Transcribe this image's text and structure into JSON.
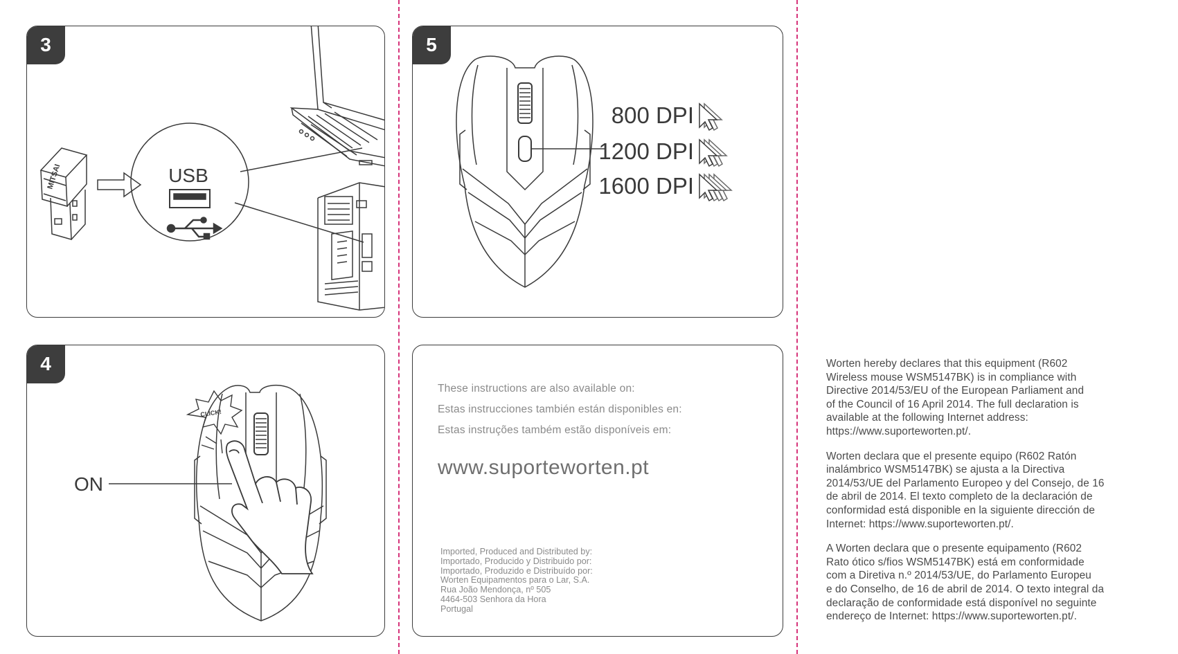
{
  "colors": {
    "cut_line": "#d6337a",
    "badge": "#3d3d3d",
    "outline": "#3a3a3a"
  },
  "step3": {
    "number": "3",
    "usb_label": "USB",
    "dongle_brand": "MITSAI",
    "icons": [
      "usb-dongle-icon",
      "arrow-right-icon",
      "usb-port-icon",
      "usb-symbol-icon",
      "laptop-icon",
      "desktop-tower-icon"
    ]
  },
  "step4": {
    "number": "4",
    "on_label": "ON",
    "click_label": "CLICK!",
    "icons": [
      "mouse-icon",
      "finger-press-icon",
      "click-burst-icon"
    ]
  },
  "step5": {
    "number": "5",
    "dpi_levels": [
      {
        "label": "800 DPI",
        "cursors": 2
      },
      {
        "label": "1200 DPI",
        "cursors": 3
      },
      {
        "label": "1600 DPI",
        "cursors": 4
      }
    ],
    "icons": [
      "mouse-icon",
      "dpi-button-icon",
      "cursor-trail-icon"
    ]
  },
  "info": {
    "available_lines": [
      "These instructions are also available on:",
      "Estas instrucciones también están disponibles en:",
      "Estas instruções também estão disponíveis em:"
    ],
    "url": "www.suporteworten.pt",
    "importer_lines": [
      "Imported, Produced and Distributed by:",
      "Importado, Producido y Distribuido por:",
      "Importado, Produzido e Distribuído por:",
      "Worten Equipamentos para o Lar, S.A.",
      "Rua João Mendonça, nº 505",
      "4464-503 Senhora da Hora",
      "Portugal"
    ]
  },
  "declarations": [
    {
      "lang": "en",
      "lines": [
        "Worten hereby declares that this equipment (R602",
        "Wireless mouse WSM5147BK) is in compliance with",
        "Directive 2014/53/EU of the European Parliament and",
        "of the Council of 16 April 2014. The full declaration is",
        "available at the following Internet address:",
        "https://www.suporteworten.pt/."
      ]
    },
    {
      "lang": "es",
      "lines": [
        "Worten declara que el presente equipo (R602 Ratón",
        "inalámbrico WSM5147BK) se ajusta a la Directiva",
        "2014/53/UE del Parlamento Europeo y del Consejo, de 16",
        "de abril de 2014. El texto completo de la declaración de",
        "conformidad está disponible en la siguiente dirección de",
        "Internet: https://www.suporteworten.pt/."
      ]
    },
    {
      "lang": "pt",
      "lines": [
        "A Worten declara que o presente equipamento (R602",
        "Rato ótico s/fios WSM5147BK) está em conformidade",
        "com a Diretiva n.º 2014/53/UE, do Parlamento Europeu",
        "e do Conselho, de 16 de abril de 2014. O texto integral da",
        "declaração de conformidade está disponível no seguinte",
        "endereço de Internet: https://www.suporteworten.pt/."
      ]
    }
  ]
}
